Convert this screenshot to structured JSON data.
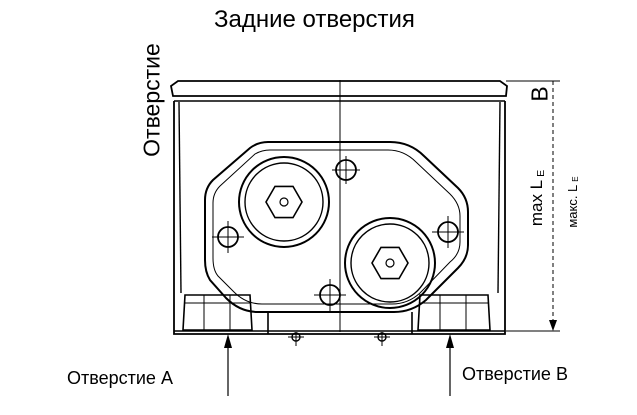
{
  "title": "Задние отверстия",
  "labels": {
    "port_left_vertical": "Отверстие",
    "port_b_vertical": "B",
    "max_le": "max L",
    "max_le_sub": "E",
    "makc_le": "макс. L",
    "makc_le_sub": "E",
    "port_a": "Отверстие  A",
    "port_b": "Отверстие B"
  },
  "colors": {
    "line": "#000000",
    "background": "#ffffff"
  }
}
